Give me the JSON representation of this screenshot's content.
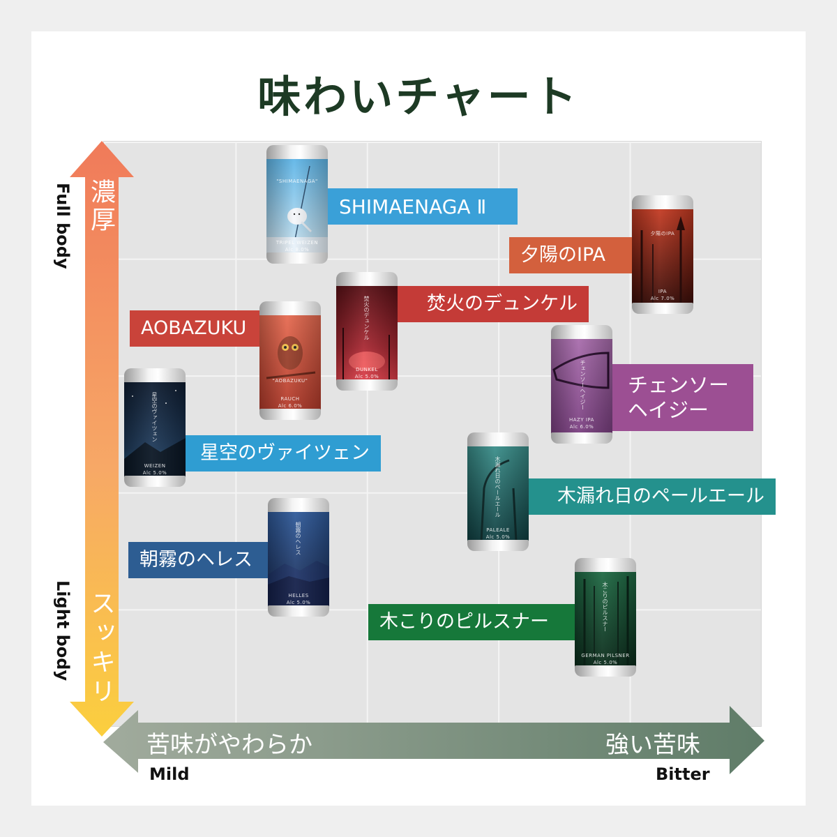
{
  "title": "味わいチャート",
  "axes": {
    "y_top_jp": "濃厚",
    "y_top_en": "Full body",
    "y_bottom_jp": "スッキリ",
    "y_bottom_en": "Light body",
    "x_left_jp": "苦味がやわらか",
    "x_left_en": "Mild",
    "x_right_jp": "強い苦味",
    "x_right_en": "Bitter"
  },
  "colors": {
    "title": "#1d3a24",
    "y_arrow_top": "#f07a5a",
    "y_arrow_bottom": "#fbcf3e",
    "x_arrow_left": "#a1ab9d",
    "x_arrow_right": "#5f7c68"
  },
  "beers": [
    {
      "id": "shimaenaga",
      "label": "SHIMAENAGA Ⅱ",
      "label_color": "#3aa0d8",
      "can_bg": [
        "#5fb6e8",
        "#cfe6f2"
      ],
      "can_text": [
        "\"SHIMAENAGA\"",
        "TRIPEL WEIZEN",
        "Alc 8.0%"
      ],
      "icon": "bird-icon"
    },
    {
      "id": "yuhi-ipa",
      "label": "夕陽のIPA",
      "label_color": "#d3603d",
      "can_bg": [
        "#9a2a1a",
        "#3a0d08"
      ],
      "can_text": [
        "夕陽のIPA",
        "IPA",
        "Alc 7.0%"
      ],
      "icon": "forest-icon"
    },
    {
      "id": "takibi-dunkel",
      "label": "焚火のデュンケル",
      "label_color": "#c43b37",
      "can_bg": [
        "#5a1016",
        "#e0404a"
      ],
      "can_text": [
        "焚火のデュンケル",
        "DUNKEL",
        "Alc 5.0%"
      ],
      "icon": "fire-icon"
    },
    {
      "id": "aobazuku",
      "label": "AOBAZUKU",
      "label_color": "#c9433a",
      "can_bg": [
        "#e05b43",
        "#b23a2a"
      ],
      "can_text": [
        "\"AOBAZUKU\"",
        "RAUCH",
        "Alc 6.0%"
      ],
      "icon": "owl-icon"
    },
    {
      "id": "chainsaw-hazy",
      "label_lines": [
        "チェンソー",
        "ヘイジー"
      ],
      "label_color": "#9c4f93",
      "can_bg": [
        "#a066a4",
        "#7a3f80"
      ],
      "can_text": [
        "チェンソーヘイジー",
        "HAZY IPA",
        "Alc 6.0%"
      ],
      "icon": "chainsaw-icon"
    },
    {
      "id": "hoshizora-weizen",
      "label": "星空のヴァイツェン",
      "label_color": "#2f9dd2",
      "can_bg": [
        "#0e1c30",
        "#2a6a90"
      ],
      "can_text": [
        "星空のヴァイツェン",
        "WEIZEN",
        "Alc 5.0%"
      ],
      "icon": "mountain-icon"
    },
    {
      "id": "komorebi-pale",
      "label": "木漏れ日のペールエール",
      "label_color": "#24918d",
      "can_bg": [
        "#2b7a7a",
        "#0f3e40"
      ],
      "can_text": [
        "木漏れ日のペールエール",
        "PALEALE",
        "Alc 5.0%"
      ],
      "icon": "tree-icon"
    },
    {
      "id": "asagiri-helles",
      "label": "朝霧のヘレス",
      "label_color": "#2d5d92",
      "can_bg": [
        "#2d4f8a",
        "#1a2a50"
      ],
      "can_text": [
        "朝霧のヘレス",
        "HELLES",
        "Alc 5.0%"
      ],
      "icon": "mountain-icon"
    },
    {
      "id": "kikori-pilsner",
      "label": "木こりのピルスナー",
      "label_color": "#16783a",
      "can_bg": [
        "#1a5a3a",
        "#0a2a1a"
      ],
      "can_text": [
        "木こりのピルスナー",
        "GERMAN PILSNER",
        "Alc 5.0%"
      ],
      "icon": "forest-icon"
    }
  ]
}
